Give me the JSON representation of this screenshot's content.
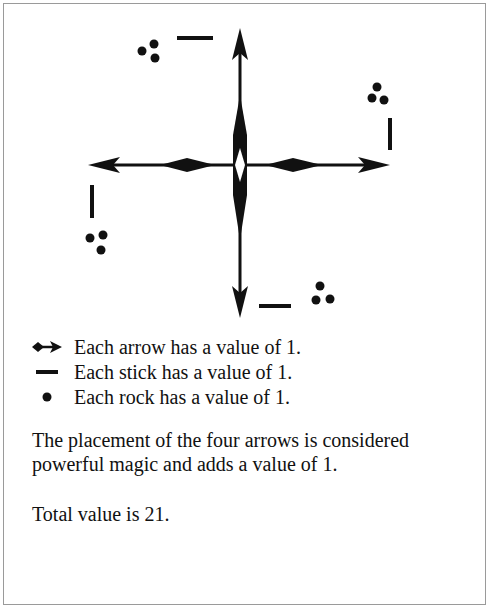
{
  "diagram": {
    "labels": [
      "The placement of the four arrows is considered powerful magic and adds a value of 1.",
      "Total value is 21."
    ],
    "legend": [
      {
        "text": "Each arrow has a value of 1."
      },
      {
        "text": "Each stick has a value of 1."
      },
      {
        "text": "Each rock has a value of 1."
      }
    ]
  }
}
